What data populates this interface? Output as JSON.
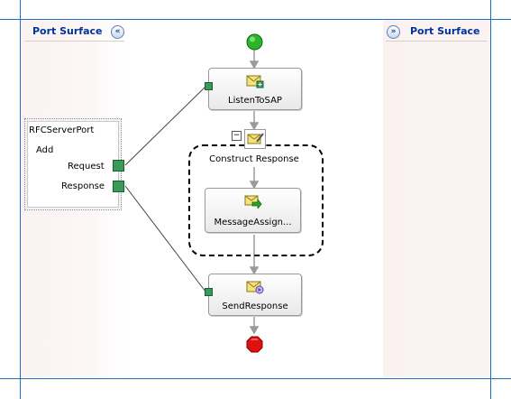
{
  "left_surface": {
    "title": "Port Surface",
    "collapse_glyph": "«"
  },
  "right_surface": {
    "title": "Port Surface",
    "expand_glyph": "»"
  },
  "port": {
    "name": "RFCServerPort",
    "operation": "Add",
    "request_label": "Request",
    "response_label": "Response"
  },
  "orchestration": {
    "receive_shape": "ListenToSAP",
    "scope_shape": "Construct Response",
    "assign_shape": "MessageAssign...",
    "send_shape": "SendResponse",
    "collapse_glyph": "−"
  },
  "colors": {
    "frame_blue": "#1f6fc1",
    "title_blue": "#003399",
    "connector_green": "#3a9a5a",
    "start_green": "#2bb52b",
    "stop_red": "#e01010"
  },
  "icons": {
    "receive": "envelope-receive-icon",
    "construct": "envelope-pen-icon",
    "assign": "envelope-arrow-icon",
    "send": "envelope-send-icon",
    "start": "start-circle-icon",
    "stop": "stop-octagon-icon"
  }
}
